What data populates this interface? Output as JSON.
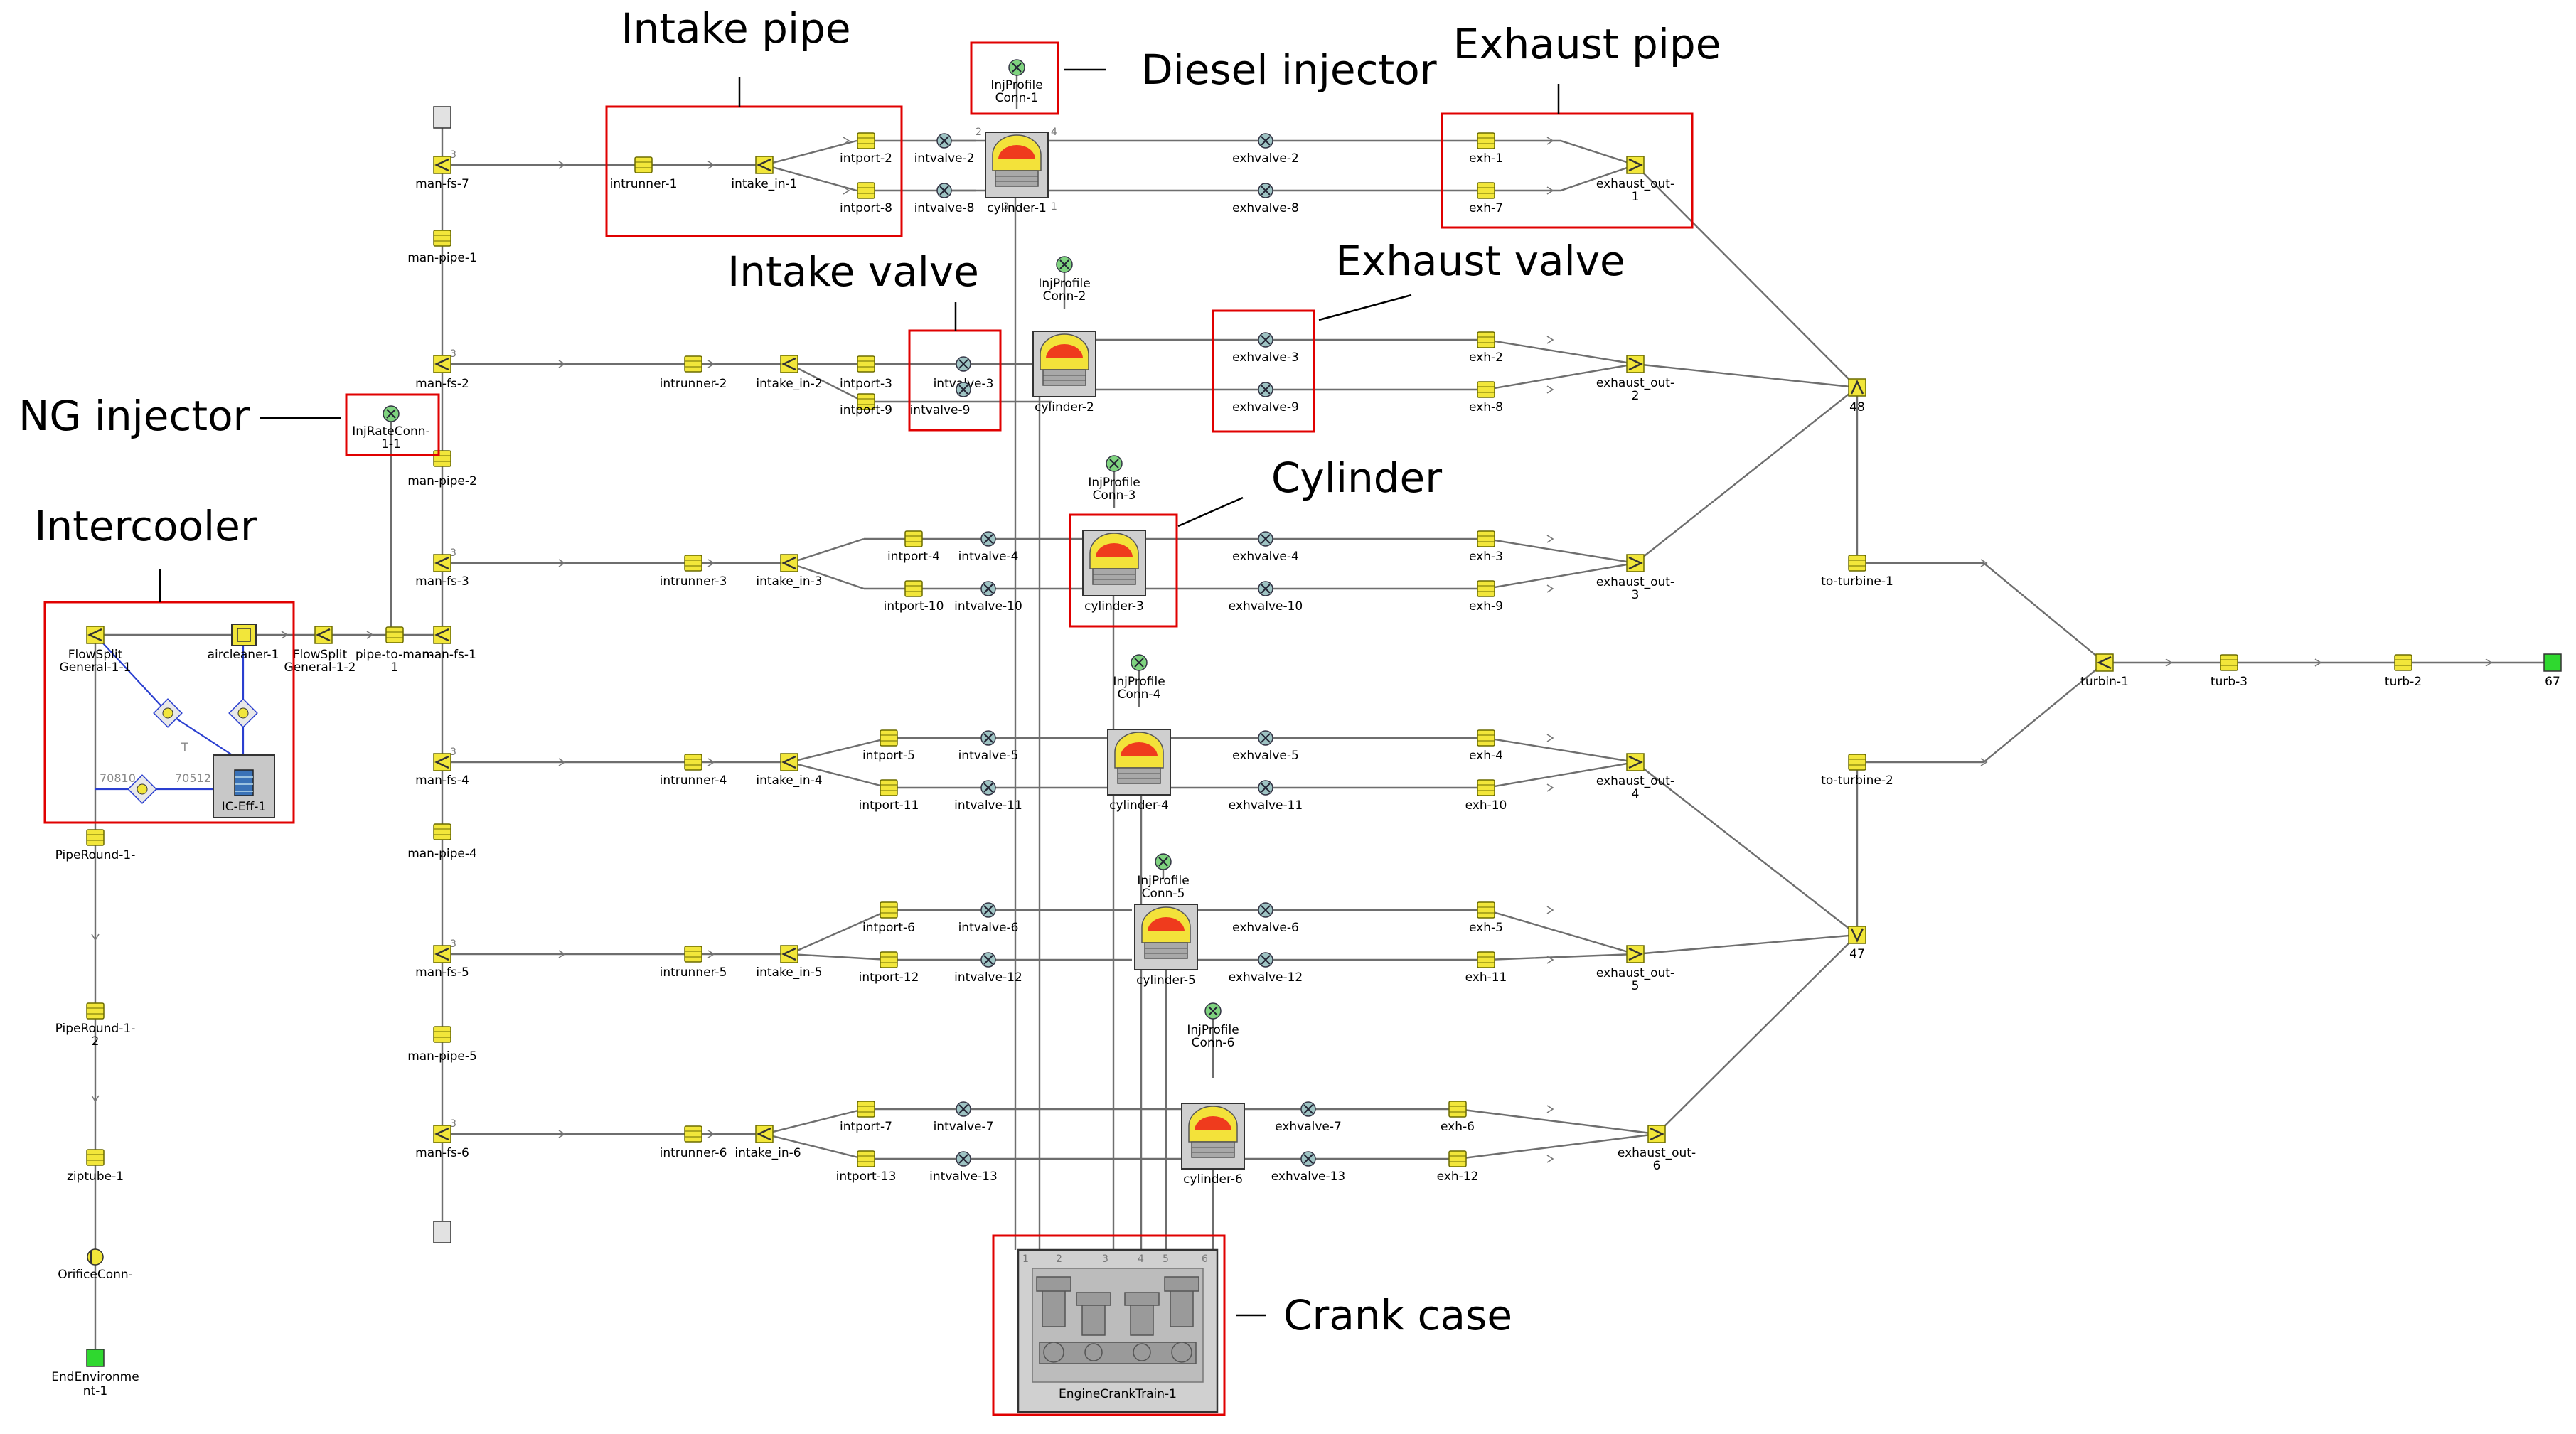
{
  "callouts": {
    "intake_pipe": "Intake pipe",
    "diesel_injector": "Diesel injector",
    "exhaust_pipe": "Exhaust pipe",
    "intake_valve": "Intake valve",
    "exhaust_valve": "Exhaust valve",
    "ng_injector": "NG injector",
    "cylinder": "Cylinder",
    "intercooler": "Intercooler",
    "crank_case": "Crank case"
  },
  "labels": {
    "manfs_7": "man-fs-7",
    "manpipe_1": "man-pipe-1",
    "manfs_2": "man-fs-2",
    "manpipe_2": "man-pipe-2",
    "manfs_3": "man-fs-3",
    "manfs_1": "man-fs-1",
    "manfs_4": "man-fs-4",
    "manpipe_4": "man-pipe-4",
    "manfs_5": "man-fs-5",
    "manpipe_5": "man-pipe-5",
    "manfs_6": "man-fs-6",
    "ng_inj_1": "InjRateConn-",
    "ng_inj_2": "1-1",
    "fs1_1": "FlowSplit",
    "fs1_2": "General-1-1",
    "aircleaner": "aircleaner-1",
    "fs2_1": "FlowSplit",
    "fs2_2": "General-1-2",
    "pipe_to_man_1": "pipe-to-man-",
    "pipe_to_man_2": "1",
    "ic_eff": "IC-Eff-1",
    "sig_t": "T",
    "sig_70810": "70810",
    "sig_70512": "70512",
    "piperound1": "PipeRound-1-",
    "piperound2_1": "PipeRound-1-",
    "piperound2_2": "2",
    "ziptube": "ziptube-1",
    "orifice": "OrificeConn-",
    "endenv_1": "EndEnvironme",
    "endenv_2": "nt-1",
    "intrunner_1": "intrunner-1",
    "intrunner_2": "intrunner-2",
    "intrunner_3": "intrunner-3",
    "intrunner_4": "intrunner-4",
    "intrunner_5": "intrunner-5",
    "intrunner_6": "intrunner-6",
    "intake_in_1": "intake_in-1",
    "intake_in_2": "intake_in-2",
    "intake_in_3": "intake_in-3",
    "intake_in_4": "intake_in-4",
    "intake_in_5": "intake_in-5",
    "intake_in_6": "intake_in-6",
    "intport_2": "intport-2",
    "intport_8": "intport-8",
    "intport_3": "intport-3",
    "intport_9": "intport-9",
    "intport_4": "intport-4",
    "intport_10": "intport-10",
    "intport_5": "intport-5",
    "intport_11": "intport-11",
    "intport_6": "intport-6",
    "intport_12": "intport-12",
    "intport_7": "intport-7",
    "intport_13": "intport-13",
    "intvalve_2": "intvalve-2",
    "intvalve_8": "intvalve-8",
    "intvalve_3": "intvalve-3",
    "intvalve_9": "intvalve-9",
    "intvalve_4": "intvalve-4",
    "intvalve_10": "intvalve-10",
    "intvalve_5": "intvalve-5",
    "intvalve_11": "intvalve-11",
    "intvalve_6": "intvalve-6",
    "intvalve_12": "intvalve-12",
    "intvalve_7": "intvalve-7",
    "intvalve_13": "intvalve-13",
    "inj1_1": "InjProfile",
    "inj1_2": "Conn-1",
    "inj2_1": "InjProfile",
    "inj2_2": "Conn-2",
    "inj3_1": "InjProfile",
    "inj3_2": "Conn-3",
    "inj4_1": "InjProfile",
    "inj4_2": "Conn-4",
    "inj5_1": "InjProfile",
    "inj5_2": "Conn-5",
    "inj6_1": "InjProfile",
    "inj6_2": "Conn-6",
    "cyl_1": "cylinder-1",
    "cyl_2": "cylinder-2",
    "cyl_3": "cylinder-3",
    "cyl_4": "cylinder-4",
    "cyl_5": "cylinder-5",
    "cyl_6": "cylinder-6",
    "exhvalve_2": "exhvalve-2",
    "exhvalve_8": "exhvalve-8",
    "exhvalve_3": "exhvalve-3",
    "exhvalve_9": "exhvalve-9",
    "exhvalve_4": "exhvalve-4",
    "exhvalve_10": "exhvalve-10",
    "exhvalve_5": "exhvalve-5",
    "exhvalve_11": "exhvalve-11",
    "exhvalve_6": "exhvalve-6",
    "exhvalve_12": "exhvalve-12",
    "exhvalve_7": "exhvalve-7",
    "exhvalve_13": "exhvalve-13",
    "exh_1": "exh-1",
    "exh_7": "exh-7",
    "exh_2": "exh-2",
    "exh_8": "exh-8",
    "exh_3": "exh-3",
    "exh_9": "exh-9",
    "exh_4": "exh-4",
    "exh_10": "exh-10",
    "exh_5": "exh-5",
    "exh_11": "exh-11",
    "exh_6": "exh-6",
    "exh_12": "exh-12",
    "exout_1a": "exhaust_out-",
    "exout_1b": "1",
    "exout_2a": "exhaust_out-",
    "exout_2b": "2",
    "exout_3a": "exhaust_out-",
    "exout_3b": "3",
    "exout_4a": "exhaust_out-",
    "exout_4b": "4",
    "exout_5a": "exhaust_out-",
    "exout_5b": "5",
    "exout_6a": "exhaust_out-",
    "exout_6b": "6",
    "j48": "48",
    "j47": "47",
    "toturbine_1": "to-turbine-1",
    "toturbine_2": "to-turbine-2",
    "turbin_1": "turbin-1",
    "turb_3": "turb-3",
    "turb_2": "turb-2",
    "end67": "67",
    "crank": "EngineCrankTrain-1"
  }
}
